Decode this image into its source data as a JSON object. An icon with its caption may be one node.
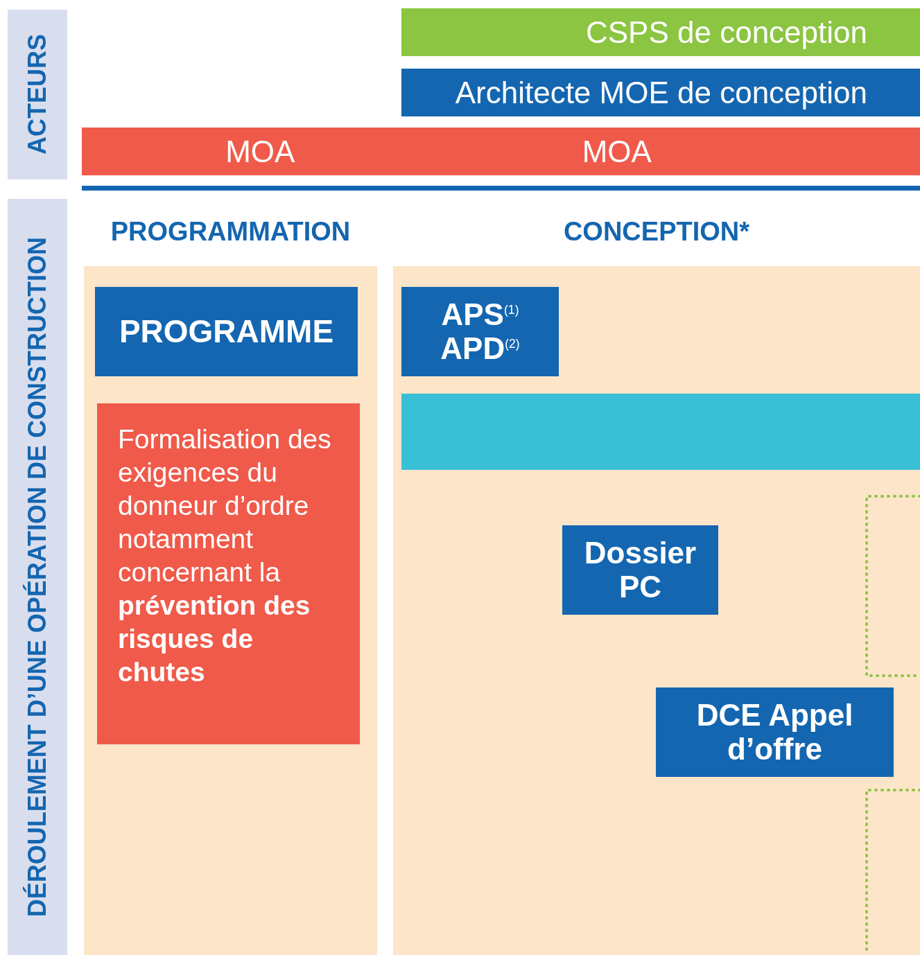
{
  "diagram": {
    "nodes": [
      {
        "text": [
          "ACTEURS"
        ]
      },
      {
        "text": [
          "DÉROULEMENT D’UNE OPÉRATION DE CONSTRUCTION"
        ]
      },
      {
        "text": [
          "CSPS de conception"
        ]
      },
      {
        "text": [
          "Architecte MOE de conception"
        ]
      },
      {
        "text": [
          "MOA",
          "MOA"
        ]
      },
      {
        "text": [
          "PROGRAMMATION"
        ]
      },
      {
        "text": [
          "PROGRAMME"
        ],
        "in": 5
      },
      {
        "text": [
          "Formalisation des exigences du donneur d’ordre notamment concernant la **prévention des risques de chutes**"
        ],
        "in": 5
      },
      {
        "text": [
          "CONCEPTION*"
        ]
      },
      {
        "text": [
          "APS$^{(1)}$ APD$^{(2)}$"
        ],
        "in": 8
      },
      {
        "text": [],
        "shape": "bar",
        "in": 8
      },
      {
        "text": [
          "Dossier PC"
        ],
        "in": 8
      },
      {
        "text": [
          "DCE Appel d’offre"
        ],
        "in": 8
      }
    ]
  }
}
